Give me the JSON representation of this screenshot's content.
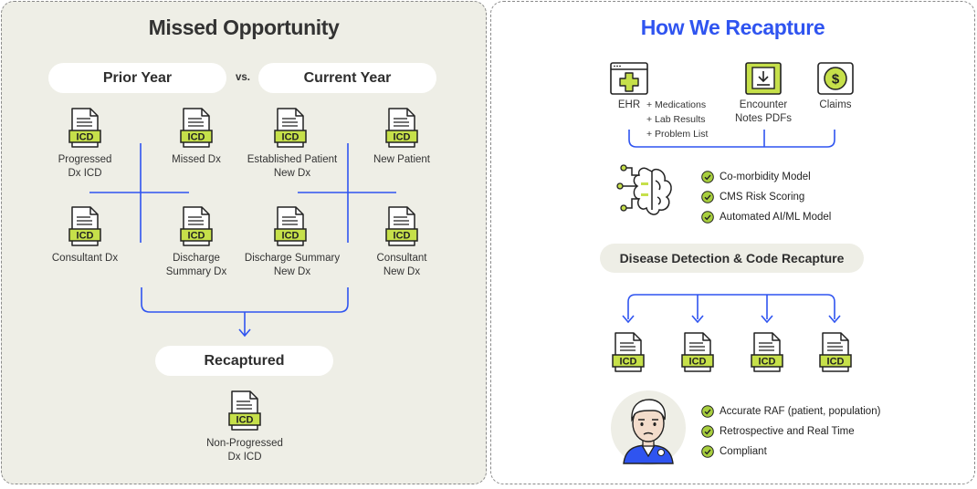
{
  "missed": {
    "title": "Missed Opportunity",
    "prior_year": "Prior Year",
    "vs": "vs.",
    "current_year": "Current Year",
    "icd_label": "ICD",
    "items": {
      "progressed": "Progressed\nDx ICD",
      "missed": "Missed Dx",
      "established": "Established Patient\nNew Dx",
      "new_patient": "New Patient",
      "consultant": "Consultant Dx",
      "discharge_summary": "Discharge\nSummary Dx",
      "discharge_summary_new": "Discharge Summary\nNew Dx",
      "consultant_new": "Consultant\nNew Dx"
    },
    "recaptured": "Recaptured",
    "non_progressed": "Non-Progressed\nDx ICD"
  },
  "recapture": {
    "title": "How We Recapture",
    "sources": {
      "ehr": "EHR",
      "ehr_extras": [
        "+ Medications",
        "+ Lab Results",
        "+ Problem List"
      ],
      "encounter": "Encounter\nNotes PDFs",
      "claims": "Claims"
    },
    "models": [
      "Co-morbidity Model",
      "CMS Risk Scoring",
      "Automated AI/ML Model"
    ],
    "detection": "Disease Detection & Code Recapture",
    "outcomes": [
      "Accurate RAF (patient, population)",
      "Retrospective and Real Time",
      "Compliant"
    ]
  },
  "colors": {
    "accent_blue": "#2f54f0",
    "icd_green": "#c6e04a",
    "check_green": "#a8cf3e",
    "left_bg": "#eeeee6"
  },
  "icons": [
    "document-icd-icon",
    "ehr-window-icon",
    "download-document-icon",
    "dollar-circle-icon",
    "brain-circuit-icon",
    "check-icon",
    "person-avatar-icon",
    "down-arrow-icon"
  ]
}
